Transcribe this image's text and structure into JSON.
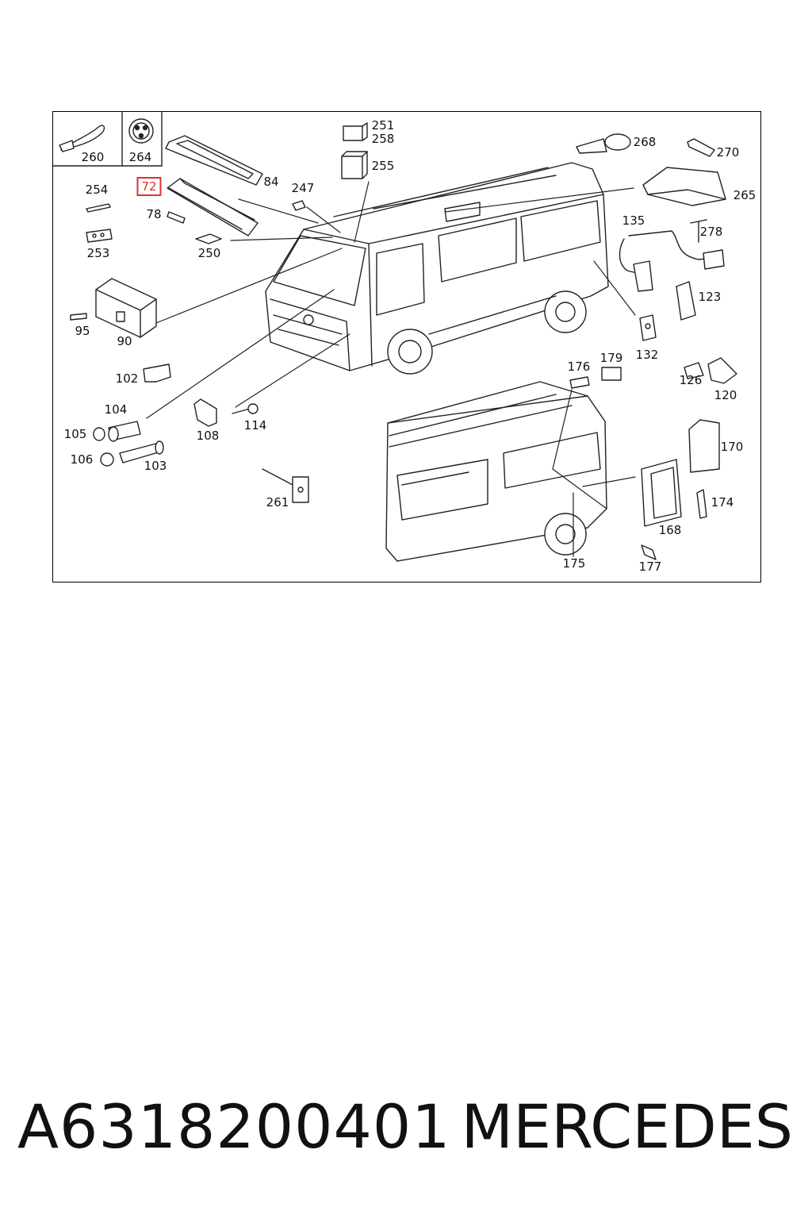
{
  "diagram": {
    "highlighted_part": "72",
    "parts": {
      "p260": "260",
      "p264": "264",
      "p84": "84",
      "p72": "72",
      "p78": "78",
      "p254": "254",
      "p253": "253",
      "p250": "250",
      "p247": "247",
      "p251": "251",
      "p258": "258",
      "p255": "255",
      "p268": "268",
      "p270": "270",
      "p265": "265",
      "p135": "135",
      "p278": "278",
      "p123": "123",
      "p132": "132",
      "p95": "95",
      "p90": "90",
      "p102": "102",
      "p104": "104",
      "p105": "105",
      "p106": "106",
      "p103": "103",
      "p108": "108",
      "p114": "114",
      "p261": "261",
      "p176": "176",
      "p179": "179",
      "p126": "126",
      "p120": "120",
      "p170": "170",
      "p174": "174",
      "p168": "168",
      "p175": "175",
      "p177": "177"
    }
  },
  "footer": {
    "part_number": "A6318200401",
    "brand": "MERCEDES"
  }
}
